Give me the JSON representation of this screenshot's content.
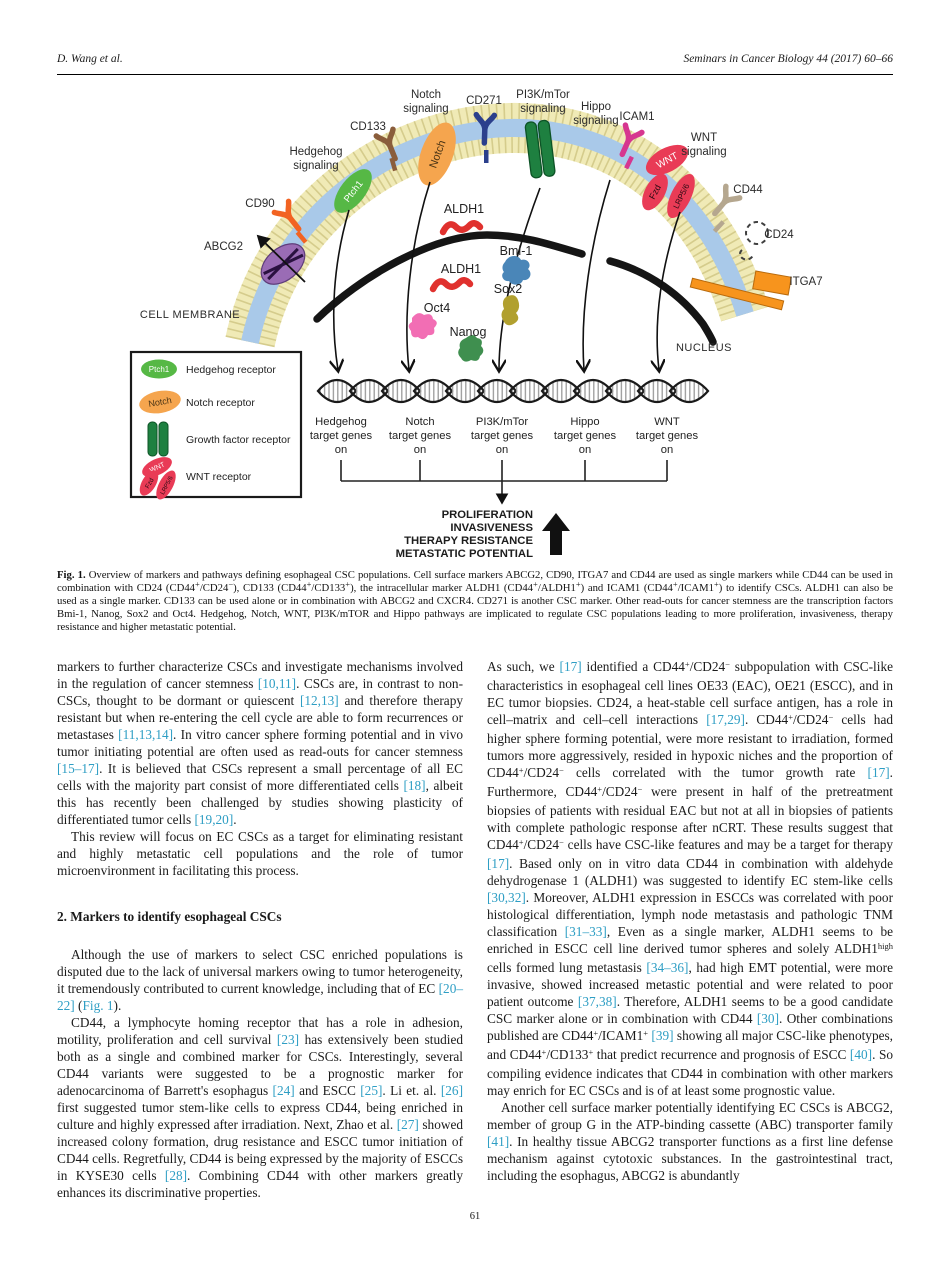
{
  "header": {
    "authors": "D. Wang et al.",
    "journal": "Seminars in Cancer Biology 44 (2017) 60–66"
  },
  "colors": {
    "citation_link": "#2e9ec4",
    "membrane_bead": "#f0eab6",
    "membrane_band": "#a9c9e9",
    "ptch1_green": "#56b845",
    "notch_orange": "#f5a54e",
    "gfr_green": "#1e8040",
    "wnt_red": "#e93b56",
    "cd90_orange": "#f26322",
    "cd133_brown": "#8a5d3b",
    "cd271_blue": "#2b3f8c",
    "icam1_magenta": "#d6368f",
    "cd44_tan": "#b5a78f",
    "itga7_orange": "#f7941d",
    "abcg2_purple": "#9a6cb5",
    "aldh1_red": "#e0312e",
    "bmi1_blue": "#4a86b8",
    "sox2_olive": "#b1a02f",
    "oct4_pink": "#f26eb4",
    "nanog_green": "#3f8f4f"
  },
  "figure": {
    "markers": {
      "cd90": "CD90",
      "cd133": "CD133",
      "cd271": "CD271",
      "icam1": "ICAM1",
      "cd44": "CD44",
      "cd24": "CD24",
      "itga7": "ITGA7",
      "abcg2": "ABCG2"
    },
    "pathways": {
      "hedgehog1": "Hedgehog",
      "hedgehog2": "signaling",
      "notch1": "Notch",
      "notch2": "signaling",
      "pi3k1": "PI3K/mTor",
      "pi3k2": "signaling",
      "hippo1": "Hippo",
      "hippo2": "signaling",
      "wnt1": "WNT",
      "wnt2": "signaling"
    },
    "receptors": {
      "ptch1": "Ptch1",
      "notch": "Notch",
      "wnt": "WNT",
      "fzd": "Fzd",
      "lrp56": "LRP5/6"
    },
    "tfs": {
      "aldh1_a": "ALDH1",
      "aldh1_b": "ALDH1",
      "bmi1": "Bmi-1",
      "sox2": "Sox2",
      "oct4": "Oct4",
      "nanog": "Nanog"
    },
    "compartments": {
      "membrane": "CELL MEMBRANE",
      "nucleus": "NUCLEUS"
    },
    "target_genes": [
      {
        "l1": "Hedgehog",
        "l2": "target genes",
        "l3": "on"
      },
      {
        "l1": "Notch",
        "l2": "target genes",
        "l3": "on"
      },
      {
        "l1": "PI3K/mTor",
        "l2": "target genes",
        "l3": "on"
      },
      {
        "l1": "Hippo",
        "l2": "target genes",
        "l3": "on"
      },
      {
        "l1": "WNT",
        "l2": "target genes",
        "l3": "on"
      }
    ],
    "outcomes": [
      "PROLIFERATION",
      "INVASIVENESS",
      "THERAPY RESISTANCE",
      "METASTATIC POTENTIAL"
    ],
    "legend_items": [
      "Hedgehog receptor",
      "Notch receptor",
      "Growth factor receptor",
      "WNT receptor"
    ]
  },
  "caption": {
    "segments": [
      {
        "b": "Fig. 1."
      },
      " Overview of markers and pathways defining esophageal CSC populations. Cell surface markers ABCG2, CD90, ITGA7 and CD44 are used as single markers while CD44 can be used in combination with CD24 (CD44",
      {
        "s": "+"
      },
      "/CD24",
      {
        "s": "−"
      },
      "), CD133 (CD44",
      {
        "s": "+"
      },
      "/CD133",
      {
        "s": "+"
      },
      "), the intracellular marker ALDH1 (CD44",
      {
        "s": "+"
      },
      "/ALDH1",
      {
        "s": "+"
      },
      ") and ICAM1 (CD44",
      {
        "s": "+"
      },
      "/ICAM1",
      {
        "s": "+"
      },
      ") to identify CSCs. ALDH1 can also be used as a single marker. CD133 can be used alone or in combination with ABCG2 and CXCR4. CD271 is another CSC marker. Other read-outs for cancer stemness are the transcription factors Bmi-1, Nanog, Sox2 and Oct4. Hedgehog, Notch, WNT, PI3K/mTOR and Hippo pathways are implicated to regulate CSC populations leading to more proliferation, invasiveness, therapy resistance and higher metastatic potential."
    ]
  },
  "article": {
    "left": {
      "p1": [
        "markers to further characterize CSCs and investigate mechanisms involved in the regulation of cancer stemness ",
        {
          "c": "[10,11]"
        },
        ". CSCs are, in contrast to non-CSCs, thought to be dormant or quiescent ",
        {
          "c": "[12,13]"
        },
        " and therefore therapy resistant but when re-entering the cell cycle are able to form recurrences or metastases ",
        {
          "c": "[11,13,14]"
        },
        ". In vitro cancer sphere forming potential and in vivo tumor initiating potential are often used as read-outs for cancer stemness ",
        {
          "c": "[15–17]"
        },
        ". It is believed that CSCs represent a small percentage of all EC cells with the majority part consist of more differentiated cells ",
        {
          "c": "[18]"
        },
        ", albeit this has recently been challenged by studies showing plasticity of differentiated tumor cells ",
        {
          "c": "[19,20]"
        },
        "."
      ],
      "p2": [
        "This review will focus on EC CSCs as a target for eliminating resistant and highly metastatic cell populations and the role of tumor microenvironment in facilitating this process."
      ],
      "h2": "2. Markers to identify esophageal CSCs",
      "p3": [
        "Although the use of markers to select CSC enriched populations is disputed due to the lack of universal markers owing to tumor heterogeneity, it tremendously contributed to current knowledge, including that of EC ",
        {
          "c": "[20–22]"
        },
        " (",
        {
          "c": "Fig. 1"
        },
        ")."
      ],
      "p4": [
        "CD44, a lymphocyte homing receptor that has a role in adhesion, motility, proliferation and cell survival ",
        {
          "c": "[23]"
        },
        " has extensively been studied both as a single and combined marker for CSCs. Interestingly, several CD44 variants were suggested to be a prognostic marker for adenocarcinoma of Barrett's esophagus ",
        {
          "c": "[24]"
        },
        " and ESCC ",
        {
          "c": "[25]"
        },
        ". Li et. al. ",
        {
          "c": "[26]"
        },
        " first suggested tumor stem-like cells to express CD44, being enriched in culture and highly expressed after irradiation. Next, Zhao et al. ",
        {
          "c": "[27]"
        },
        " showed increased colony formation, drug resistance and ESCC tumor initiation of CD44 cells. Regretfully, CD44 is being expressed by the majority of ESCCs in KYSE30 cells ",
        {
          "c": "[28]"
        },
        ". Combining CD44 with other markers greatly enhances its discriminative properties."
      ]
    },
    "right": {
      "p1": [
        "As such, we ",
        {
          "c": "[17]"
        },
        " identified a CD44",
        {
          "s": "+"
        },
        "/CD24",
        {
          "s": "−"
        },
        " subpopulation with CSC-like characteristics in esophageal cell lines OE33 (EAC), OE21 (ESCC), and in EC tumor biopsies. CD24, a heat-stable cell surface antigen, has a role in cell–matrix and cell–cell interactions ",
        {
          "c": "[17,29]"
        },
        ". CD44",
        {
          "s": "+"
        },
        "/CD24",
        {
          "s": "−"
        },
        " cells had higher sphere forming potential, were more resistant to irradiation, formed tumors more aggressively, resided in hypoxic niches and the proportion of CD44",
        {
          "s": "+"
        },
        "/CD24",
        {
          "s": "−"
        },
        " cells correlated with the tumor growth rate ",
        {
          "c": "[17]"
        },
        ". Furthermore, CD44",
        {
          "s": "+"
        },
        "/CD24",
        {
          "s": "−"
        },
        " were present in half of the pretreatment biopsies of patients with residual EAC but not at all in biopsies of patients with complete pathologic response after nCRT. These results suggest that CD44",
        {
          "s": "+"
        },
        "/CD24",
        {
          "s": "−"
        },
        " cells have CSC-like features and may be a target for therapy ",
        {
          "c": "[17]"
        },
        ". Based only on in vitro data CD44 in combination with aldehyde dehydrogenase 1 (ALDH1) was suggested to identify EC stem-like cells ",
        {
          "c": "[30,32]"
        },
        ". Moreover, ALDH1 expression in ESCCs was correlated with poor histological differentiation, lymph node metastasis and pathologic TNM classification ",
        {
          "c": "[31–33]"
        },
        ", Even as a single marker, ALDH1 seems to be enriched in ESCC cell line derived tumor spheres and solely ALDH1",
        {
          "s": "high"
        },
        " cells formed lung metastasis ",
        {
          "c": "[34–36]"
        },
        ", had high EMT potential, were more invasive, showed increased metastic potential and were related to poor patient outcome ",
        {
          "c": "[37,38]"
        },
        ". Therefore, ALDH1 seems to be a good candidate CSC marker alone or in combination with CD44 ",
        {
          "c": "[30]"
        },
        ". Other combinations published are CD44",
        {
          "s": "+"
        },
        "/ICAM1",
        {
          "s": "+"
        },
        " ",
        {
          "c": "[39]"
        },
        " showing all major CSC-like phenotypes, and CD44",
        {
          "s": "+"
        },
        "/CD133",
        {
          "s": "+"
        },
        " that predict recurrence and prognosis of ESCC ",
        {
          "c": "[40]"
        },
        ". So compiling evidence indicates that CD44 in combination with other markers may enrich for EC CSCs and is of at least some prognostic value."
      ],
      "p2": [
        "Another cell surface marker potentially identifying EC CSCs is ABCG2, member of group G in the ATP-binding cassette (ABC) transporter family ",
        {
          "c": "[41]"
        },
        ". In healthy tissue ABCG2 transporter functions as a first line defense mechanism against cytotoxic substances. In the gastrointestinal tract, including the esophagus, ABCG2 is abundantly"
      ]
    }
  },
  "footer": {
    "page_number": "61"
  }
}
